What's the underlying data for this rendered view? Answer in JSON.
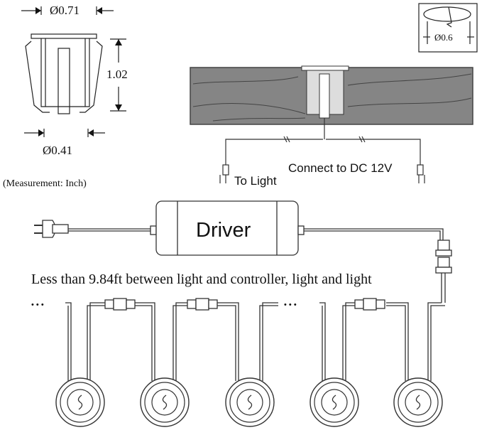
{
  "dimensions": {
    "top_diameter": "Ø0.71",
    "height": "1.02",
    "bottom_diameter": "Ø0.41",
    "hole_diameter": "Ø0.6",
    "measurement_note": "(Measurement: Inch)"
  },
  "install": {
    "to_light": "To Light",
    "connect": "Connect to DC 12V"
  },
  "driver": {
    "label": "Driver"
  },
  "note": "Less than 9.84ft between light and controller, light and light",
  "ellipsis": "• • •",
  "light_count": 5
}
